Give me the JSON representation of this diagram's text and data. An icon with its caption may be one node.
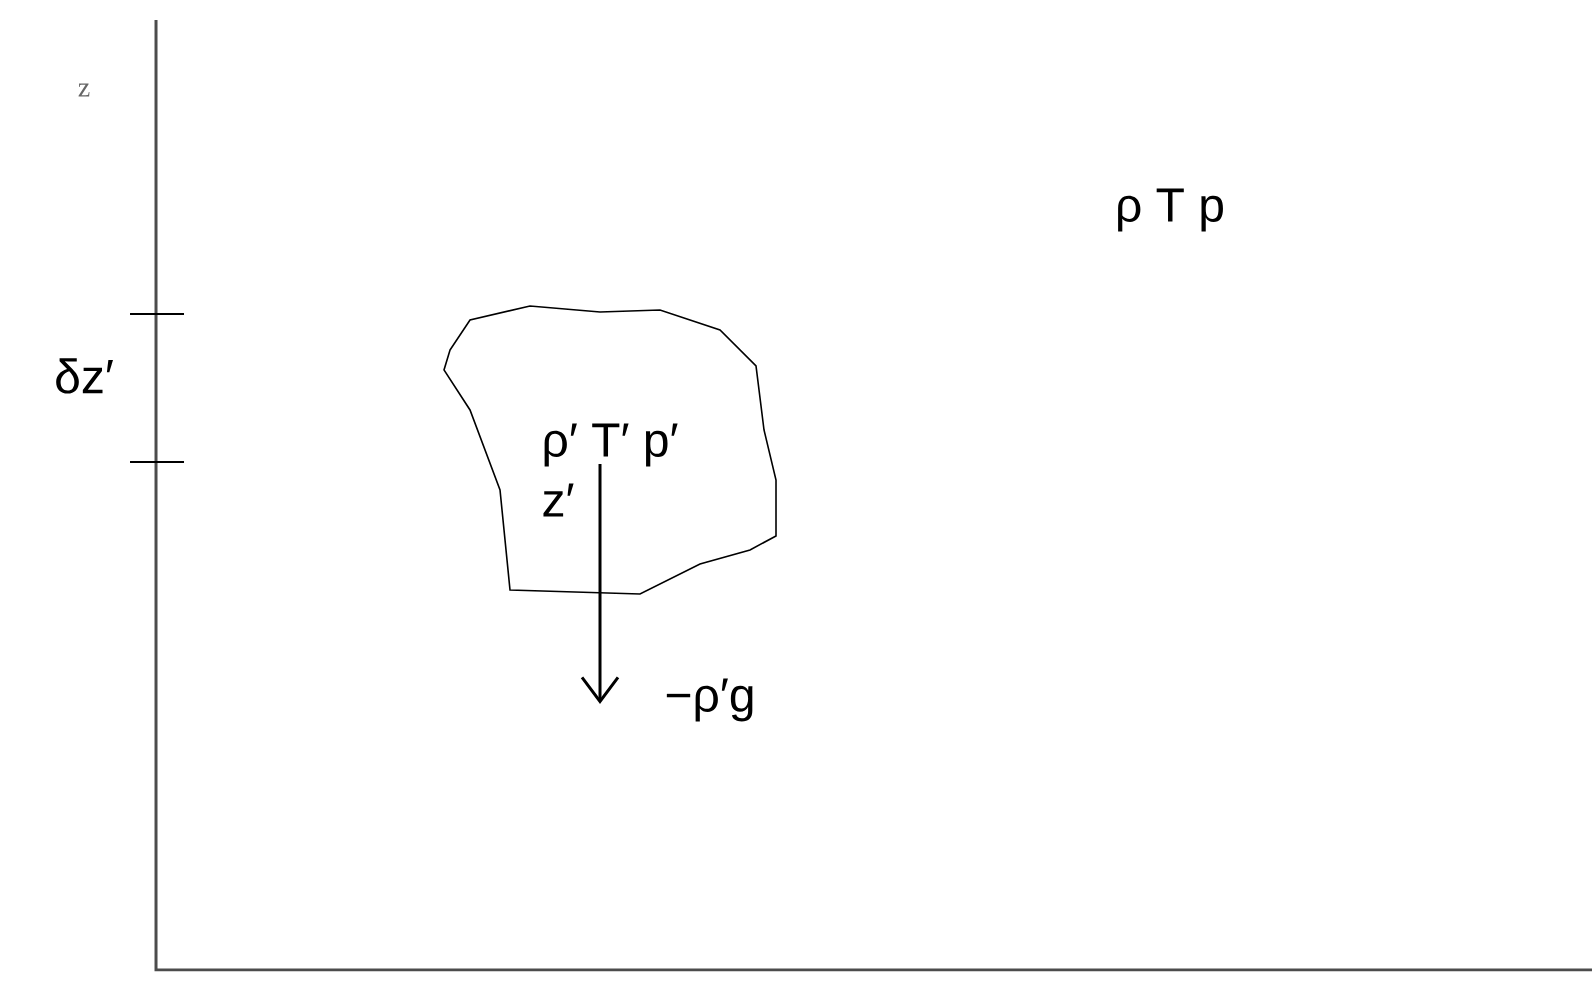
{
  "diagram": {
    "nodes": [
      {
        "text": [
          "ρ′ T′ p′",
          "z′"
        ]
      }
    ],
    "labels": [
      "z",
      "δz′",
      "ρ  T  p",
      "−ρ′g"
    ]
  }
}
